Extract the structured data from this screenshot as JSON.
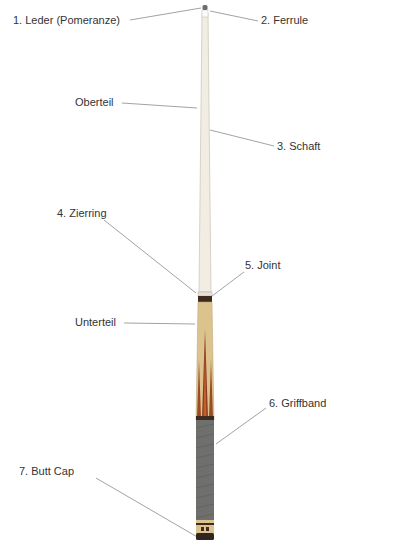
{
  "diagram": {
    "labels": [
      "1. Leder (Pomeranze)",
      "2. Ferrule",
      "Oberteil",
      "3. Schaft",
      "4. Zierring",
      "5. Joint",
      "Unterteil",
      "6. Griffband",
      "7. Butt Cap"
    ]
  }
}
